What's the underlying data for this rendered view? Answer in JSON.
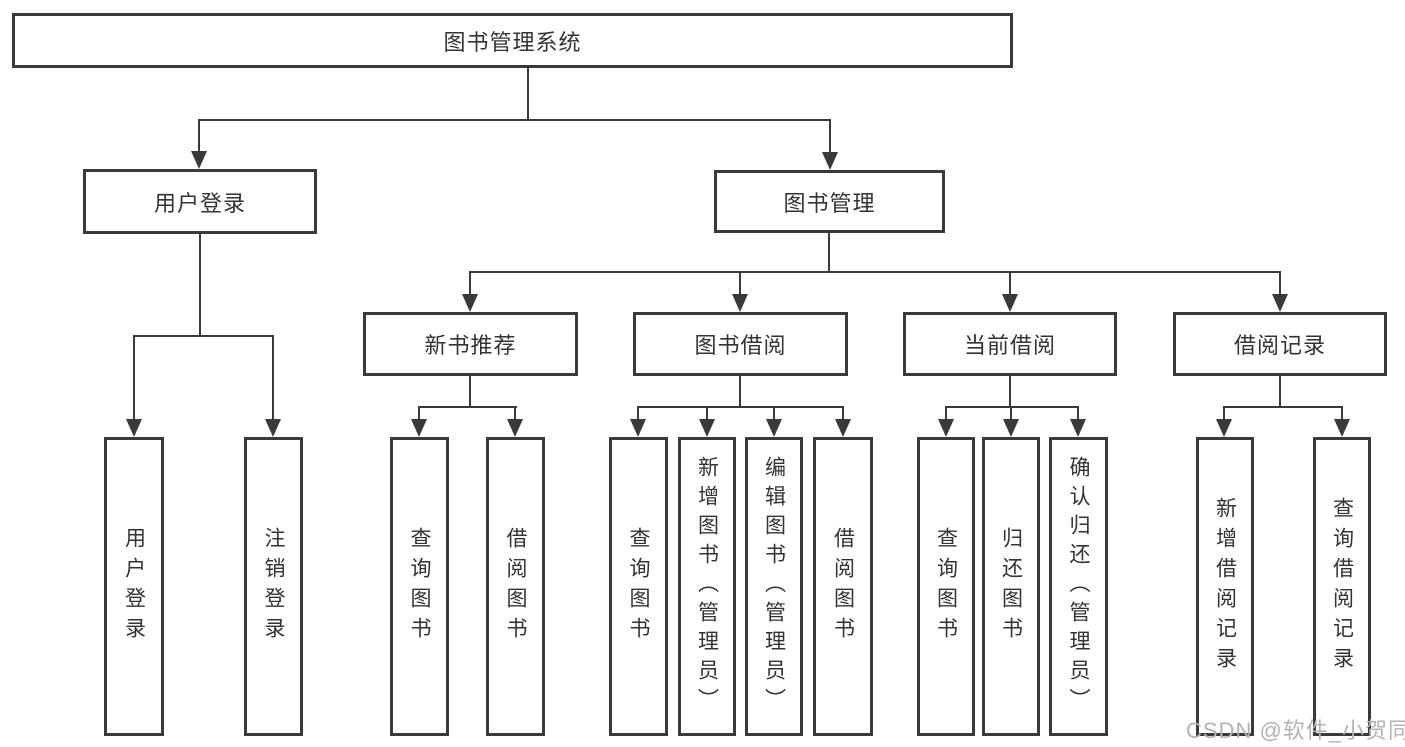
{
  "title": "图书管理系统",
  "watermark": "CSDN @软件_小贺同学",
  "colors": {
    "line": "#3a3a3a",
    "text": "#333333",
    "watermark": "#b3b3b3",
    "background": "#ffffff"
  },
  "diagram_type": "hierarchy-tree",
  "tree": {
    "label": "图书管理系统",
    "children": [
      {
        "label": "用户登录",
        "children": [
          {
            "label": "用户登录"
          },
          {
            "label": "注销登录"
          }
        ]
      },
      {
        "label": "图书管理",
        "children": [
          {
            "label": "新书推荐",
            "children": [
              {
                "label": "查询图书"
              },
              {
                "label": "借阅图书"
              }
            ]
          },
          {
            "label": "图书借阅",
            "children": [
              {
                "label": "查询图书"
              },
              {
                "label": "新增图书（管理员）"
              },
              {
                "label": "编辑图书（管理员）"
              },
              {
                "label": "借阅图书"
              }
            ]
          },
          {
            "label": "当前借阅",
            "children": [
              {
                "label": "查询图书"
              },
              {
                "label": "归还图书"
              },
              {
                "label": "确认归还（管理员）"
              }
            ]
          },
          {
            "label": "借阅记录",
            "children": [
              {
                "label": "新增借阅记录"
              },
              {
                "label": "查询借阅记录"
              }
            ]
          }
        ]
      }
    ]
  }
}
